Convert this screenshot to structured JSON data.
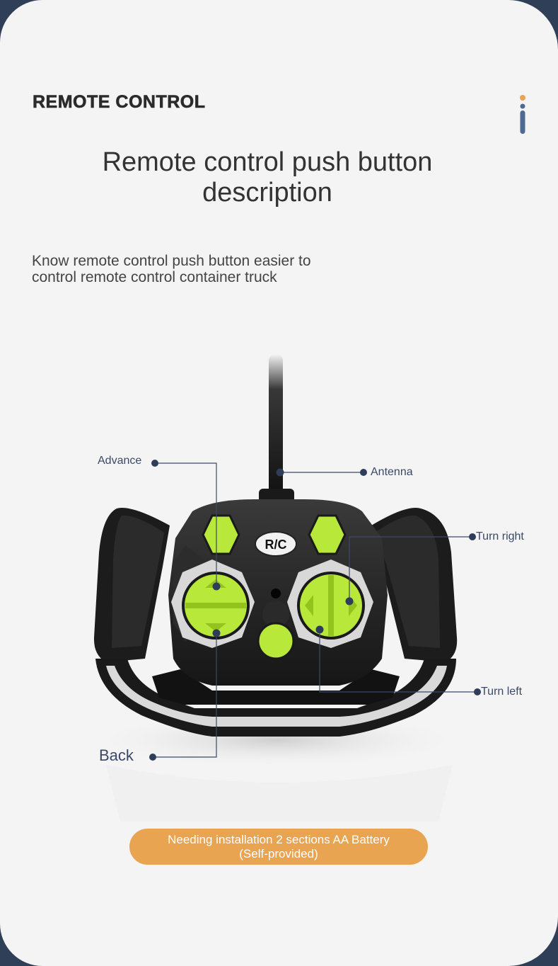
{
  "section_tag": "REMOTE CONTROL",
  "title_line1": "Remote control push button",
  "title_line2": "description",
  "subtitle_line1": "Know remote control push button easier to",
  "subtitle_line2": "control remote control container truck",
  "product_logo": "R/C",
  "labels": {
    "advance": "Advance",
    "antenna": "Antenna",
    "turn_right": "Turn right",
    "turn_left": "Turn left",
    "back": "Back"
  },
  "battery": {
    "line1": "Needing installation 2 sections AA Battery",
    "line2": "(Self-provided)"
  },
  "colors": {
    "accent_orange": "#e9a452",
    "label_navy": "#2e3d5a",
    "button_green": "#b7e83a",
    "frame_blue": "#2f3f57"
  }
}
